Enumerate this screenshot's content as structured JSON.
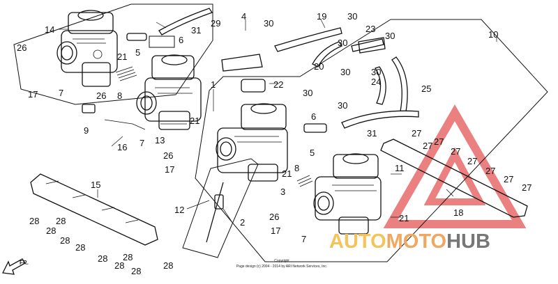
{
  "callouts": [
    {
      "id": "c14a",
      "text": "14"
    },
    {
      "id": "c26a",
      "text": "26"
    },
    {
      "id": "c17a",
      "text": "17"
    },
    {
      "id": "c7a",
      "text": "7"
    },
    {
      "id": "c8a",
      "text": "8"
    },
    {
      "id": "c21a",
      "text": "21"
    },
    {
      "id": "c5a",
      "text": "5"
    },
    {
      "id": "c6a",
      "text": "6"
    },
    {
      "id": "c31a",
      "text": "31"
    },
    {
      "id": "c29",
      "text": "29"
    },
    {
      "id": "c4",
      "text": "4"
    },
    {
      "id": "c30a",
      "text": "30"
    },
    {
      "id": "c19",
      "text": "19"
    },
    {
      "id": "c30b",
      "text": "30"
    },
    {
      "id": "c23",
      "text": "23"
    },
    {
      "id": "c30c",
      "text": "30"
    },
    {
      "id": "c10",
      "text": "10"
    },
    {
      "id": "c30d",
      "text": "30"
    },
    {
      "id": "c20",
      "text": "20"
    },
    {
      "id": "c30e",
      "text": "30"
    },
    {
      "id": "c30f",
      "text": "30"
    },
    {
      "id": "c24",
      "text": "24"
    },
    {
      "id": "c25",
      "text": "25"
    },
    {
      "id": "c30g",
      "text": "30"
    },
    {
      "id": "c22",
      "text": "22"
    },
    {
      "id": "c1",
      "text": "1"
    },
    {
      "id": "c26b",
      "text": "26"
    },
    {
      "id": "c9",
      "text": "9"
    },
    {
      "id": "c13",
      "text": "13"
    },
    {
      "id": "c21b",
      "text": "21"
    },
    {
      "id": "c16",
      "text": "16"
    },
    {
      "id": "c7b",
      "text": "7"
    },
    {
      "id": "c6b",
      "text": "6"
    },
    {
      "id": "c5b",
      "text": "5"
    },
    {
      "id": "c31b",
      "text": "31"
    },
    {
      "id": "c30h",
      "text": "30"
    },
    {
      "id": "c27a",
      "text": "27"
    },
    {
      "id": "c27b",
      "text": "27"
    },
    {
      "id": "c27c",
      "text": "27"
    },
    {
      "id": "c27d",
      "text": "27"
    },
    {
      "id": "c27e",
      "text": "27"
    },
    {
      "id": "c27f",
      "text": "27"
    },
    {
      "id": "c27g",
      "text": "27"
    },
    {
      "id": "c27h",
      "text": "27"
    },
    {
      "id": "c11",
      "text": "11"
    },
    {
      "id": "c26c",
      "text": "26"
    },
    {
      "id": "c17b",
      "text": "17"
    },
    {
      "id": "c21c",
      "text": "21"
    },
    {
      "id": "c8b",
      "text": "8"
    },
    {
      "id": "c15",
      "text": "15"
    },
    {
      "id": "c3",
      "text": "3"
    },
    {
      "id": "c12",
      "text": "12"
    },
    {
      "id": "c2",
      "text": "2"
    },
    {
      "id": "c26d",
      "text": "26"
    },
    {
      "id": "c17c",
      "text": "17"
    },
    {
      "id": "c7c",
      "text": "7"
    },
    {
      "id": "c21d",
      "text": "21"
    },
    {
      "id": "c18",
      "text": "18"
    },
    {
      "id": "c28a",
      "text": "28"
    },
    {
      "id": "c28b",
      "text": "28"
    },
    {
      "id": "c28c",
      "text": "28"
    },
    {
      "id": "c28d",
      "text": "28"
    },
    {
      "id": "c28e",
      "text": "28"
    },
    {
      "id": "c28f",
      "text": "28"
    },
    {
      "id": "c28g",
      "text": "28"
    },
    {
      "id": "c28h",
      "text": "28"
    },
    {
      "id": "c28i",
      "text": "28"
    },
    {
      "id": "c28j",
      "text": "28"
    }
  ],
  "copyright_lines": [
    "Copyright",
    "Page design (c) 2004 - 2014 by ARI Network Services, Inc."
  ],
  "direction_label": "FR.",
  "watermark": {
    "word_part1": "AUTO",
    "word_part2": "MOTO",
    "word_part3": "HUB",
    "colors": {
      "triangle": "#e86a6a",
      "auto": "#f2c45a",
      "moto": "#f0a860",
      "hub": "#777777"
    }
  }
}
